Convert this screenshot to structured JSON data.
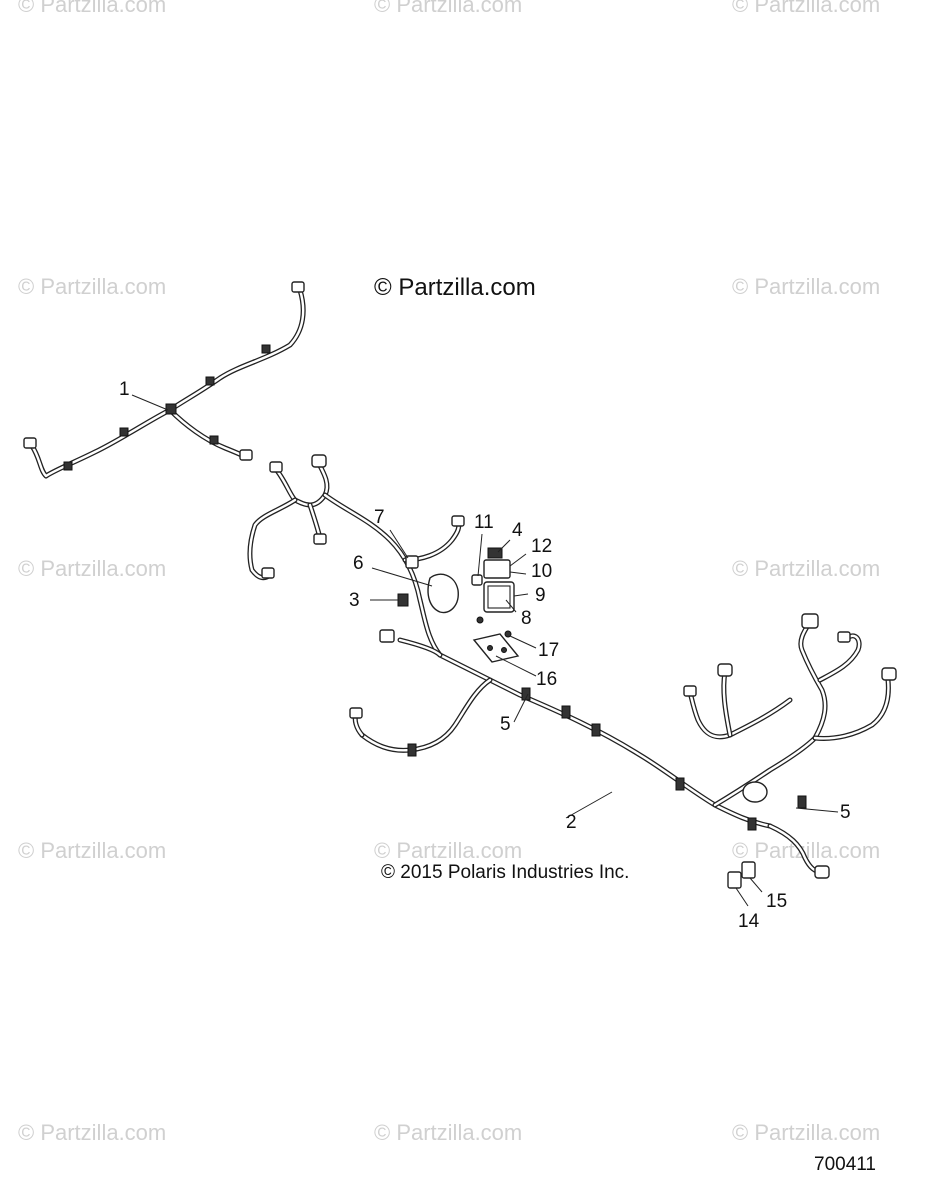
{
  "watermark_text": "© Partzilla.com",
  "header_copyright": "© Partzilla.com",
  "footer_copyright": "© 2015 Polaris Industries Inc.",
  "figure_number": "700411",
  "callouts": [
    {
      "id": "c1",
      "label": "1"
    },
    {
      "id": "c2",
      "label": "2"
    },
    {
      "id": "c3",
      "label": "3"
    },
    {
      "id": "c4",
      "label": "4"
    },
    {
      "id": "c5a",
      "label": "5"
    },
    {
      "id": "c5b",
      "label": "5"
    },
    {
      "id": "c6",
      "label": "6"
    },
    {
      "id": "c7",
      "label": "7"
    },
    {
      "id": "c8",
      "label": "8"
    },
    {
      "id": "c9",
      "label": "9"
    },
    {
      "id": "c10",
      "label": "10"
    },
    {
      "id": "c11",
      "label": "11"
    },
    {
      "id": "c12",
      "label": "12"
    },
    {
      "id": "c14",
      "label": "14"
    },
    {
      "id": "c15",
      "label": "15"
    },
    {
      "id": "c16",
      "label": "16"
    },
    {
      "id": "c17",
      "label": "17"
    }
  ]
}
